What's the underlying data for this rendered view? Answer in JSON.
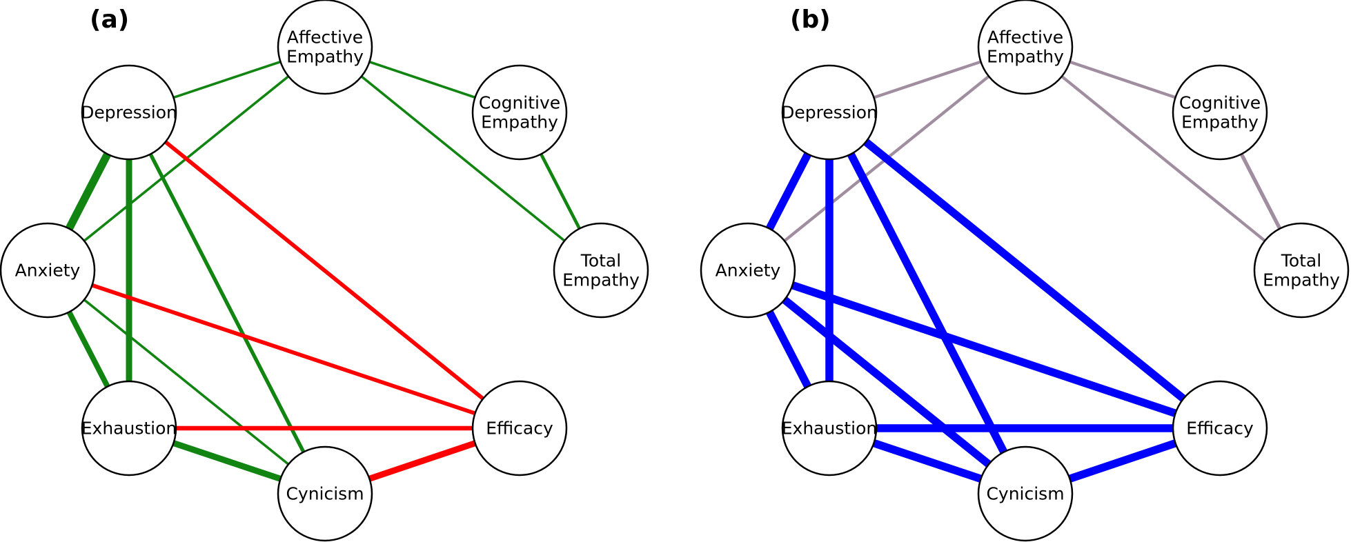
{
  "panels": [
    {
      "id": "a",
      "label": "(a)",
      "nodes": [
        {
          "id": "affective",
          "lines": [
            "Affective",
            "Empathy"
          ]
        },
        {
          "id": "depression",
          "lines": [
            "Depression"
          ]
        },
        {
          "id": "cognitive",
          "lines": [
            "Cognitive",
            "Empathy"
          ]
        },
        {
          "id": "anxiety",
          "lines": [
            "Anxiety"
          ]
        },
        {
          "id": "total",
          "lines": [
            "Total",
            "Empathy"
          ]
        },
        {
          "id": "exhaustion",
          "lines": [
            "Exhaustion"
          ]
        },
        {
          "id": "efficacy",
          "lines": [
            "Efficacy"
          ]
        },
        {
          "id": "cynicism",
          "lines": [
            "Cynicism"
          ]
        }
      ],
      "edges": [
        {
          "from": "depression",
          "to": "affective",
          "color": "#118411",
          "weight": 1
        },
        {
          "from": "affective",
          "to": "cognitive",
          "color": "#118411",
          "weight": 1
        },
        {
          "from": "affective",
          "to": "total",
          "color": "#118411",
          "weight": 1
        },
        {
          "from": "affective",
          "to": "anxiety",
          "color": "#118411",
          "weight": 1
        },
        {
          "from": "cognitive",
          "to": "total",
          "color": "#118411",
          "weight": 1.3
        },
        {
          "from": "depression",
          "to": "anxiety",
          "color": "#118411",
          "weight": 3.2
        },
        {
          "from": "depression",
          "to": "exhaustion",
          "color": "#118411",
          "weight": 2.5
        },
        {
          "from": "depression",
          "to": "cynicism",
          "color": "#118411",
          "weight": 1.5
        },
        {
          "from": "depression",
          "to": "efficacy",
          "color": "#ff0000",
          "weight": 1.6
        },
        {
          "from": "anxiety",
          "to": "efficacy",
          "color": "#ff0000",
          "weight": 1.6
        },
        {
          "from": "anxiety",
          "to": "exhaustion",
          "color": "#118411",
          "weight": 2.2
        },
        {
          "from": "anxiety",
          "to": "cynicism",
          "color": "#118411",
          "weight": 1
        },
        {
          "from": "exhaustion",
          "to": "efficacy",
          "color": "#ff0000",
          "weight": 1.8
        },
        {
          "from": "exhaustion",
          "to": "cynicism",
          "color": "#118411",
          "weight": 2.5
        },
        {
          "from": "cynicism",
          "to": "efficacy",
          "color": "#ff0000",
          "weight": 2.5
        }
      ]
    },
    {
      "id": "b",
      "label": "(b)",
      "nodes": [
        {
          "id": "affective",
          "lines": [
            "Affective",
            "Empathy"
          ]
        },
        {
          "id": "depression",
          "lines": [
            "Depression"
          ]
        },
        {
          "id": "cognitive",
          "lines": [
            "Cognitive",
            "Empathy"
          ]
        },
        {
          "id": "anxiety",
          "lines": [
            "Anxiety"
          ]
        },
        {
          "id": "total",
          "lines": [
            "Total",
            "Empathy"
          ]
        },
        {
          "id": "exhaustion",
          "lines": [
            "Exhaustion"
          ]
        },
        {
          "id": "efficacy",
          "lines": [
            "Efficacy"
          ]
        },
        {
          "id": "cynicism",
          "lines": [
            "Cynicism"
          ]
        }
      ],
      "edges": [
        {
          "from": "depression",
          "to": "affective",
          "color": "#a08ea0",
          "weight": 1.2
        },
        {
          "from": "affective",
          "to": "cognitive",
          "color": "#a08ea0",
          "weight": 1.2
        },
        {
          "from": "affective",
          "to": "total",
          "color": "#a08ea0",
          "weight": 1.2
        },
        {
          "from": "affective",
          "to": "anxiety",
          "color": "#a08ea0",
          "weight": 1.2
        },
        {
          "from": "cognitive",
          "to": "total",
          "color": "#a08ea0",
          "weight": 1.5
        },
        {
          "from": "depression",
          "to": "anxiety",
          "color": "#0000ff",
          "weight": 3.2
        },
        {
          "from": "depression",
          "to": "exhaustion",
          "color": "#0000ff",
          "weight": 3.2
        },
        {
          "from": "depression",
          "to": "cynicism",
          "color": "#0000ff",
          "weight": 3.2
        },
        {
          "from": "depression",
          "to": "efficacy",
          "color": "#0000ff",
          "weight": 3.2
        },
        {
          "from": "anxiety",
          "to": "efficacy",
          "color": "#0000ff",
          "weight": 3.2
        },
        {
          "from": "anxiety",
          "to": "exhaustion",
          "color": "#0000ff",
          "weight": 3.2
        },
        {
          "from": "anxiety",
          "to": "cynicism",
          "color": "#0000ff",
          "weight": 3.2
        },
        {
          "from": "exhaustion",
          "to": "efficacy",
          "color": "#0000ff",
          "weight": 3.2
        },
        {
          "from": "exhaustion",
          "to": "cynicism",
          "color": "#0000ff",
          "weight": 3.2
        },
        {
          "from": "cynicism",
          "to": "efficacy",
          "color": "#0000ff",
          "weight": 3.2
        }
      ]
    }
  ]
}
